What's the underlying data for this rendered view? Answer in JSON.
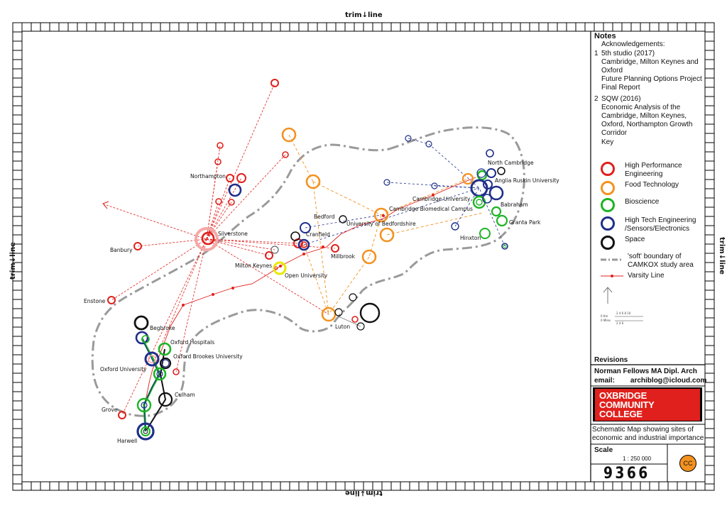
{
  "trim_marks": {
    "top": "trim",
    "bottom": "trim",
    "left": "trim",
    "right": "trim",
    "line": "line"
  },
  "notes": {
    "title": "Notes",
    "ack": "Acknowledgements:",
    "ref1_num": "1",
    "ref1_lines": [
      "5th studio (2017)",
      "Cambridge, Milton Keynes and",
      "Oxford",
      "Future Planning Options Project",
      "Final Report"
    ],
    "ref2_num": "2",
    "ref2_lines": [
      "SQW (2016)",
      "Economic Analysis of the",
      "Cambridge, Milton Keynes,",
      "Oxford, Northampton Growth",
      "Corridor"
    ],
    "key_title": "Key"
  },
  "key": [
    {
      "label_lines": [
        "High Performance",
        "Engineering"
      ],
      "color": "#e0201c"
    },
    {
      "label_lines": [
        "Food Technology"
      ],
      "color": "#f39220"
    },
    {
      "label_lines": [
        "Bioscience"
      ],
      "color": "#1db424"
    },
    {
      "label_lines": [
        "High Tech Engineering",
        "/Sensors/Electronics"
      ],
      "color": "#1f2f8a"
    },
    {
      "label_lines": [
        "Space"
      ],
      "color": "#111111"
    }
  ],
  "boundary_key": [
    "'soft' boundary of",
    "CAMKOX study area"
  ],
  "varsity_key": "Varsity Line",
  "scale_bar": {
    "km_label": "0 Km",
    "km_ticks": "2   4   6   8   10",
    "miles_label": "0 Miles",
    "miles_ticks": "2        4        6"
  },
  "revisions": "Revisions",
  "author": "Norman Fellows  MA Dipl. Arch",
  "email_label": "email:",
  "email": "archiblog@icloud.com",
  "logo_lines": [
    "OXBRIDGE",
    "COMMUNITY COLLEGE"
  ],
  "description_lines": [
    "Schematic Map showing sites of",
    "economic and industrial importance"
  ],
  "scale_title": "Scale",
  "scale_value": "1 : 250 000",
  "drawing_number": "9366",
  "cc_badge": "CC",
  "places": {
    "northampton": "Northampton",
    "silverstone": "Silverstone",
    "banbury": "Banbury",
    "enstone": "Enstone",
    "begbroke": "Begbroke",
    "oxford_hospitals": "Oxford Hospitals",
    "oxford_brookes": "Oxford Brookes University",
    "oxford_university": "Oxford University",
    "culham": "Culham",
    "grove": "Grove",
    "harwell": "Harwell",
    "milton_keynes": "Milton Keynes",
    "open_university": "Open University",
    "millbrook": "Millbrook",
    "cranfield": "Cranfield",
    "bedford": "Bedford",
    "uni_bedfordshire": "University of Bedfordshire",
    "luton": "Luton",
    "cambridge_university": "Cambridge University",
    "cambridge_biomedical": "Cambridge Biomedical Campus",
    "north_cambridge": "North Cambridge",
    "anglia_ruskin": "Anglia Ruskin University",
    "babraham": "Babraham",
    "granta_park": "Granta Park",
    "hinxton": "Hinxton"
  }
}
